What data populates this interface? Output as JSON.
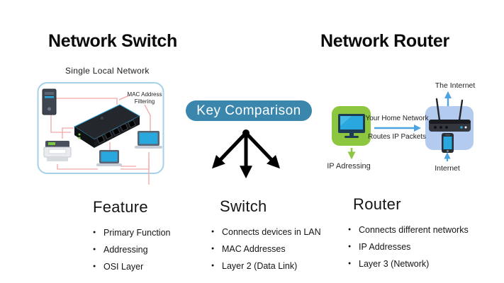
{
  "titles": {
    "switch": "Network Switch",
    "router": "Network Router"
  },
  "switch_diagram": {
    "caption": "Single Local Network",
    "callout": {
      "line1": "MAC Address",
      "line2": "Filtering"
    }
  },
  "comparison": {
    "label": "Key Comparison"
  },
  "router_diagram": {
    "the_internet_label": "The Internet",
    "home_network_label": "Your Home Network",
    "routes_label": "Routes IP Packets",
    "ip_addressing_label": "IP Adressing",
    "internet_label": "Internet"
  },
  "columns": [
    {
      "heading": "Feature",
      "items": [
        "Primary Function",
        "Addressing",
        "OSI Layer"
      ]
    },
    {
      "heading": "Switch",
      "items": [
        "Connects devices in LAN",
        "MAC Addresses",
        "Layer 2 (Data Link)"
      ]
    },
    {
      "heading": "Router",
      "items": [
        "Connects different networks",
        "IP Addresses",
        "Layer 3 (Network)"
      ]
    }
  ],
  "colors": {
    "pill_background": "#3a86ac",
    "pill_text": "#ffffff",
    "green_box": "#8dc63f",
    "blue_box": "#b3cbee",
    "screen_blue": "#29a8df",
    "arrow_blue": "#4da3e0",
    "network_line_red": "#f2a6a6",
    "diagram_border_blue": "#a5d2e8",
    "arrow_black": "#000000"
  }
}
